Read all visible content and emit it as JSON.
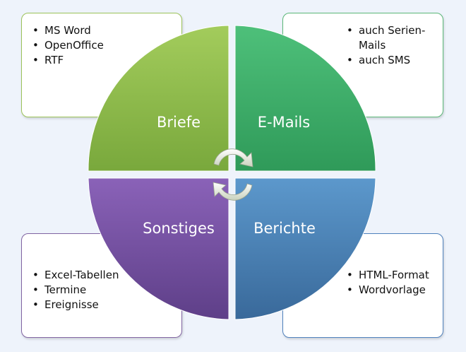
{
  "segments": {
    "briefe": {
      "label": "Briefe",
      "color": "#8ab84a",
      "items": [
        "MS Word",
        "OpenOffice",
        "RTF"
      ]
    },
    "emails": {
      "label": "E-Mails",
      "color": "#3fae6a",
      "items": [
        "auch Serien-Mails",
        "auch SMS"
      ]
    },
    "sonstiges": {
      "label": "Sonstiges",
      "color": "#7a55a6",
      "items": [
        "Excel-Tabellen",
        "Termine",
        "Ereignisse"
      ]
    },
    "berichte": {
      "label": "Berichte",
      "color": "#4a84b8",
      "items": [
        "HTML-Format",
        "Wordvorlage"
      ]
    }
  },
  "icons": {
    "center": "cycle-arrows-icon"
  }
}
